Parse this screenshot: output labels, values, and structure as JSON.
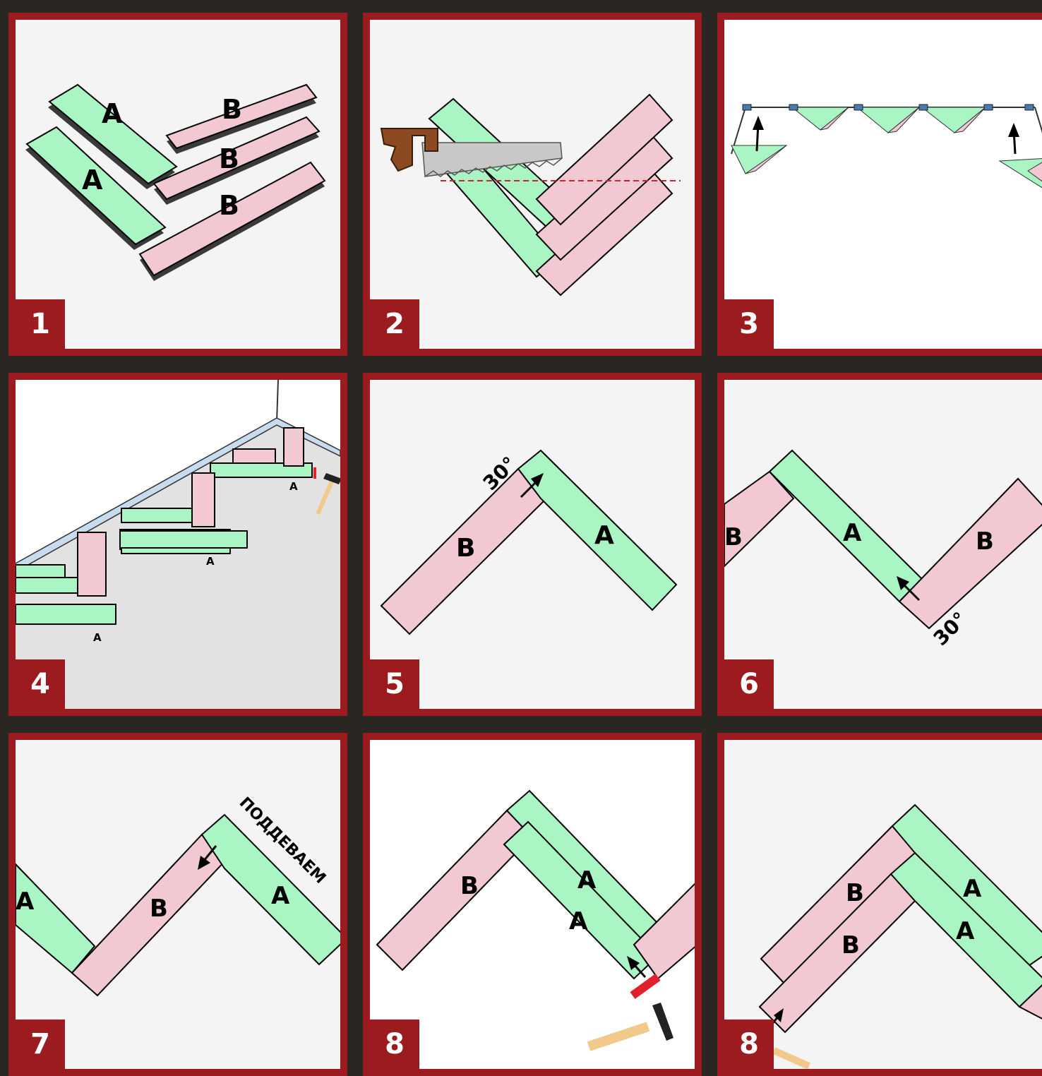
{
  "colors": {
    "panel_border": "#9b1b1f",
    "background": "#2a2622",
    "board_a": "#aaf5c4",
    "board_b": "#f2c9d3"
  },
  "steps": [
    {
      "number": "1",
      "labels": {
        "a": "A",
        "b": "B"
      }
    },
    {
      "number": "2"
    },
    {
      "number": "3"
    },
    {
      "number": "4",
      "labels": {
        "a": "A"
      }
    },
    {
      "number": "5",
      "labels": {
        "a": "A",
        "b": "B",
        "angle": "30°"
      }
    },
    {
      "number": "6",
      "labels": {
        "a": "A",
        "b": "B",
        "angle": "30°"
      }
    },
    {
      "number": "7",
      "labels": {
        "a": "A",
        "b": "B",
        "note": "ПОДДЕВАЕМ"
      }
    },
    {
      "number": "8",
      "labels": {
        "a": "A",
        "b": "B"
      }
    },
    {
      "number": "8",
      "labels": {
        "a": "A",
        "b": "B"
      }
    }
  ]
}
